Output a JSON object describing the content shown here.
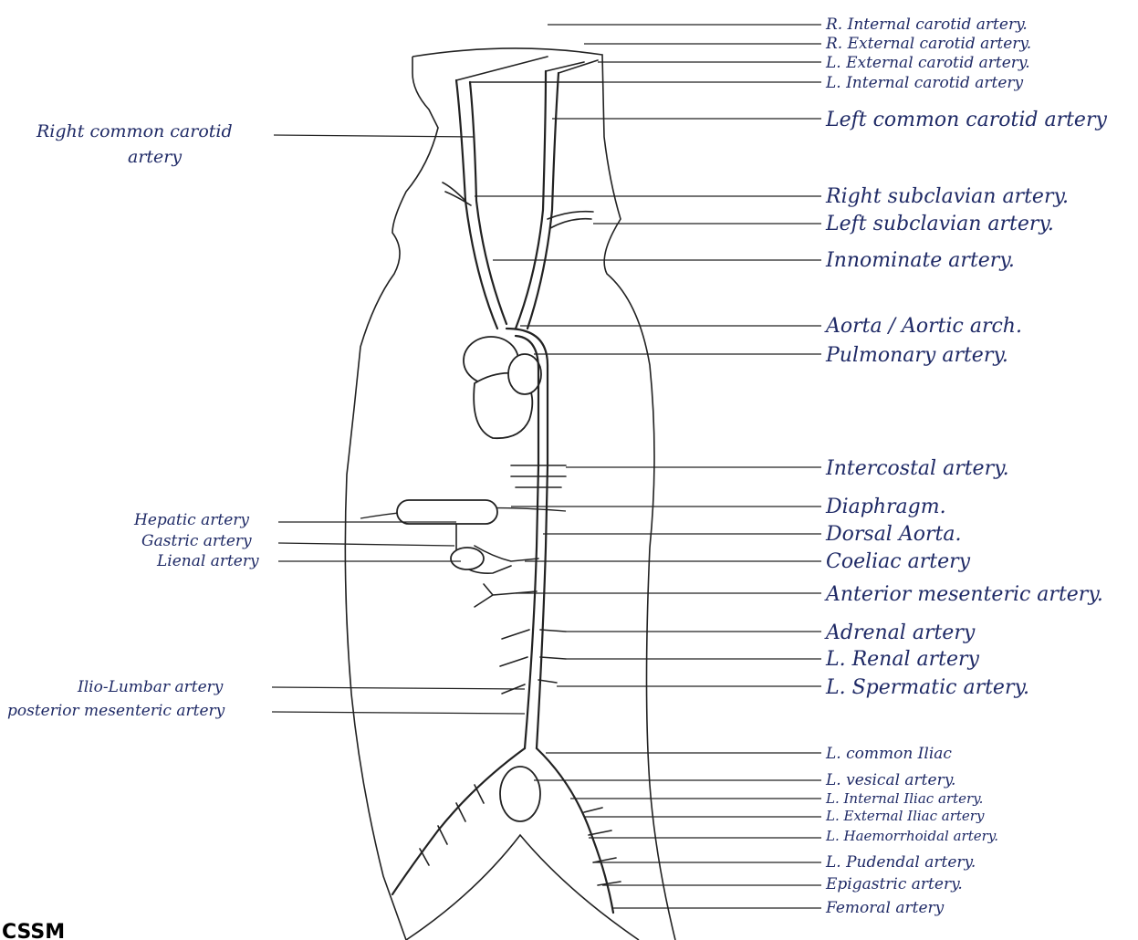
{
  "labels": {
    "right": [
      "R. Internal carotid artery.",
      "R. External carotid artery.",
      "L. External carotid artery.",
      "L. Internal carotid artery",
      "Left common carotid artery",
      "Right subclavian artery.",
      "Left subclavian artery.",
      "Innominate artery.",
      "Aorta / Aortic arch.",
      "Pulmonary artery.",
      "Intercostal artery.",
      "Diaphragm.",
      "Dorsal Aorta.",
      "Coeliac artery",
      "Anterior mesenteric artery.",
      "Adrenal artery",
      "L. Renal artery",
      "L. Spermatic artery.",
      "L. common Iliac",
      "L. vesical artery.",
      "L. Internal Iliac artery.",
      "L. External Iliac artery",
      "L. Haemorrhoidal artery.",
      "L. Pudendal artery.",
      "Epigastric artery.",
      "Femoral artery"
    ],
    "left": [
      "Right common carotid",
      "artery",
      "Hepatic artery",
      "Gastric artery",
      "Lienal artery",
      "Ilio-Lumbar artery",
      "posterior mesenteric artery"
    ],
    "corner": "CSSM"
  }
}
